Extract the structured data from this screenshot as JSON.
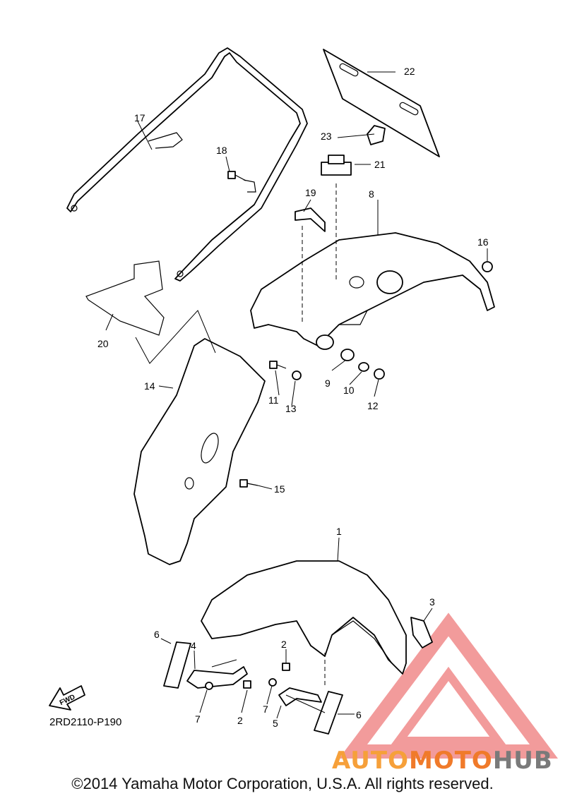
{
  "diagram": {
    "code": "2RD2110-P190",
    "copyright": "©2014 Yamaha Motor Corporation, U.S.A. All rights reserved.",
    "fwd_label": "FWD",
    "callouts": [
      "1",
      "2",
      "2",
      "3",
      "4",
      "5",
      "6",
      "6",
      "7",
      "7",
      "8",
      "9",
      "10",
      "11",
      "12",
      "13",
      "14",
      "15",
      "16",
      "17",
      "18",
      "19",
      "20",
      "21",
      "22",
      "23"
    ]
  },
  "watermark": {
    "part1": "AUTO",
    "part2": "MOTO",
    "part3": "HUB",
    "colors": {
      "triangle": "#f08a8a",
      "auto": "#f6a03a",
      "moto": "#f07a2a",
      "hub": "#7a7a7a"
    }
  }
}
